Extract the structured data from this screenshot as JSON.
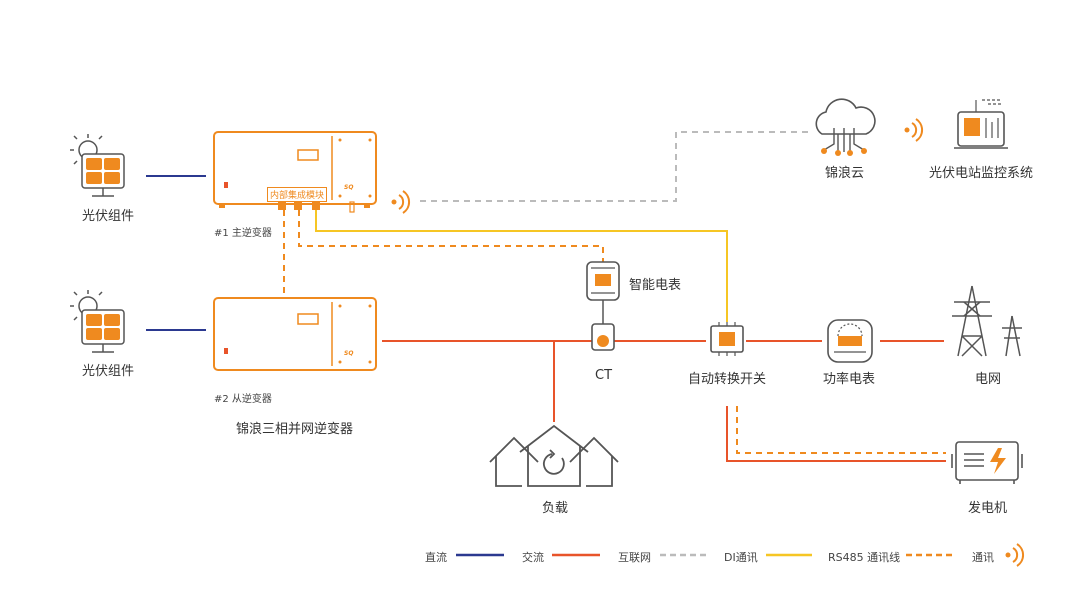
{
  "nodes": {
    "pv_top": "光伏组件",
    "pv_bottom": "光伏组件",
    "inverter1": "#1 主逆变器",
    "inverter2": "#2 从逆变器",
    "inverter_group": "锦浪三相并网逆变器",
    "module_badge": "内部集成模块",
    "cloud": "锦浪云",
    "monitor": "光伏电站监控系统",
    "meter_smart": "智能电表",
    "ct": "CT",
    "ats": "自动转换开关",
    "power_meter": "功率电表",
    "grid": "电网",
    "load": "负载",
    "generator": "发电机"
  },
  "legend": {
    "dc": "直流",
    "ac": "交流",
    "internet": "互联网",
    "di": "DI通讯",
    "rs485": "RS485 通讯线",
    "comm": "通讯"
  },
  "colors": {
    "accent": "#ef8a1f",
    "dc": "#2b3990",
    "ac": "#e8542a",
    "internet": "#bbbbbb",
    "di": "#f6c624",
    "rs485": "#ef8a1f",
    "icon": "#555555"
  }
}
